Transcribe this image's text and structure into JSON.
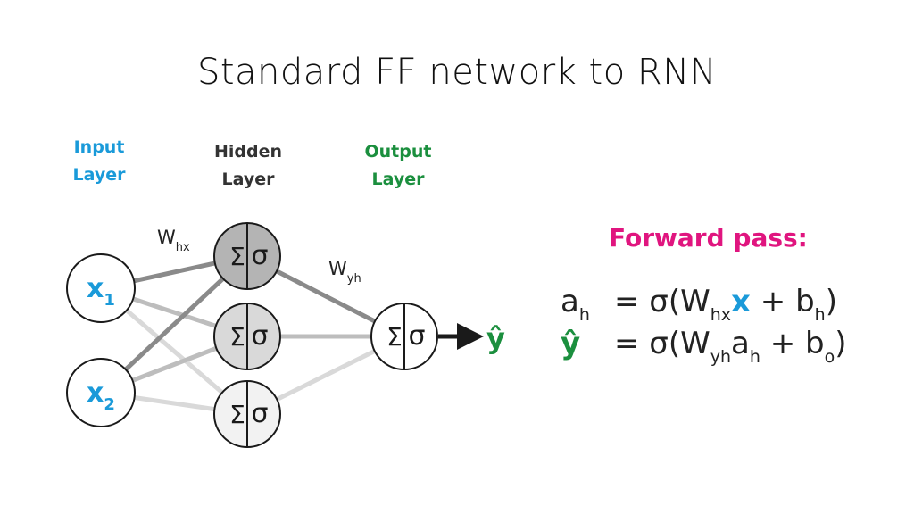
{
  "title": "Standard FF network to RNN",
  "colors": {
    "input": "#1a9ad9",
    "hidden": "#333333",
    "output": "#1b8f3e",
    "forward": "#e0157f",
    "hidden_node_1_fill": "#b4b4b4",
    "hidden_node_2_fill": "#d9d9d9",
    "hidden_node_3_fill": "#f2f2f2",
    "edge_dark": "#8a8a8a",
    "edge_mid": "#bdbdbd",
    "edge_light": "#d9d9d9"
  },
  "layers": {
    "input": {
      "line1": "Input",
      "line2": "Layer"
    },
    "hidden": {
      "line1": "Hidden",
      "line2": "Layer"
    },
    "output": {
      "line1": "Output",
      "line2": "Layer"
    }
  },
  "nodes": {
    "inputs": [
      {
        "var": "x",
        "sub": "1"
      },
      {
        "var": "x",
        "sub": "2"
      }
    ],
    "hidden_sum_symbol": "Σ",
    "hidden_act_symbol": "σ",
    "output_sum_symbol": "Σ",
    "output_act_symbol": "σ",
    "output_label": "ŷ"
  },
  "weights": {
    "w_hx": {
      "main": "W",
      "sub": "hx"
    },
    "w_yh": {
      "main": "W",
      "sub": "yh"
    }
  },
  "forward_pass": {
    "title": "Forward pass:",
    "eq1": {
      "lhs_main": "a",
      "lhs_sub": "h",
      "p1": "= σ(W",
      "p1_sub": "hx",
      "x": "x",
      "p2": " + b",
      "p2_sub": "h",
      "close": ")"
    },
    "eq2": {
      "lhs": "ŷ",
      "p1": "= σ(W",
      "p1_sub": "yh",
      "a": "a",
      "a_sub": "h",
      "p2": " + b",
      "p2_sub": "o",
      "close": ")"
    }
  }
}
